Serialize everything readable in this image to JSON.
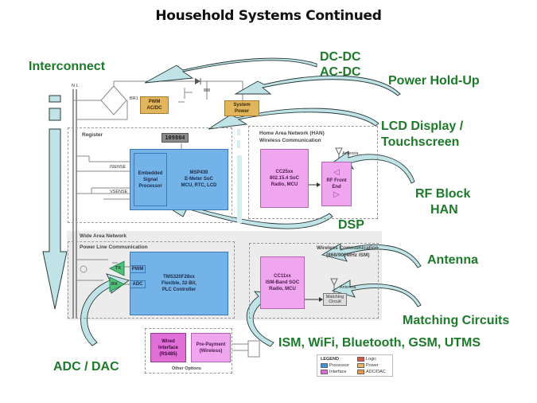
{
  "title": "Household Systems Continued",
  "callouts": {
    "interconnect": "Interconnect",
    "dcdc": "DC-DC",
    "acdc": "AC-DC",
    "power_holdup": "Power Hold-Up",
    "lcd_line1": "LCD Display /",
    "lcd_line2": "Touchscreen",
    "rf_line1": "RF Block",
    "rf_line2": "HAN",
    "dsp": "DSP",
    "antenna": "Antenna",
    "matching": "Matching Circuits",
    "ism": "ISM, WiFi, Bluetooth, GSM, UTMS",
    "adc_dac": "ADC / DAC"
  },
  "diagram": {
    "mains_labels": "N L",
    "bridge_label": "BR1",
    "pwm_block": {
      "line1": "PWM",
      "line2": "AC/DC"
    },
    "system_power": {
      "line1": "System",
      "line2": "Power"
    },
    "register": {
      "title": "Register",
      "lcd_readout": "109804",
      "isense": "ISENSE",
      "vsense": "VSENSE",
      "dsp_block": {
        "line1": "Embedded",
        "line2": "Signal",
        "line3": "Processor"
      },
      "msp430": {
        "line1": "MSP430",
        "line2": "E-Meter SoC",
        "line3": "MCU, RTC, LCD"
      }
    },
    "han": {
      "title1": "Home Area Network (HAN)",
      "title2": "Wireless Communication",
      "cc25xx": {
        "line1": "CC25xx",
        "line2": "802.15.4 SoC",
        "line3": "Radio, MCU"
      },
      "rf_front_end": {
        "line1": "RF Front",
        "line2": "End"
      },
      "antenna_label": "Antenna"
    },
    "wan": {
      "title": "Wide Area Network",
      "plc_title": "Power Line Communication",
      "tx": "TX",
      "rx": "RX",
      "pwm": "PWM",
      "adc": "ADC",
      "tms320": {
        "line1": "TMS320F28xx",
        "line2": "Flexible, 32-Bit,",
        "line3": "PLC Controller"
      }
    },
    "wireless": {
      "title1": "Wireless Communication",
      "title2": "(868/900MHz ISM)",
      "cc11xx": {
        "line1": "CC11xx",
        "line2": "ISM-Band SOC",
        "line3": "Radio, MCU"
      },
      "antenna_label": "Antenna",
      "matching": {
        "line1": "Matching",
        "line2": "Circuit"
      }
    },
    "other_options": {
      "title": "Other Options",
      "wired": {
        "line1": "Wired",
        "line2": "Interface",
        "line3": "(RS485)"
      },
      "prepayment": {
        "line1": "Pre-Payment",
        "line2": "(Wireless)"
      }
    },
    "legend": {
      "title": "LEGEND",
      "items": [
        {
          "label": "Processor",
          "color": "#4a90d9"
        },
        {
          "label": "Interface",
          "color": "#e070d8"
        },
        {
          "label": "Logic",
          "color": "#d9534f"
        },
        {
          "label": "Power",
          "color": "#e2b65c"
        },
        {
          "label": "ADC/DAC",
          "color": "#e89a4a"
        }
      ]
    }
  },
  "colors": {
    "callout_text": "#1d7a2a",
    "arrow_fill": "#bfe3e6",
    "arrow_stroke": "#2a3a3a",
    "processor": "#73b3e8",
    "interface": "#f0a6ef",
    "power": "#e2b65c",
    "adc_dac_amp": "#4fc07a"
  }
}
